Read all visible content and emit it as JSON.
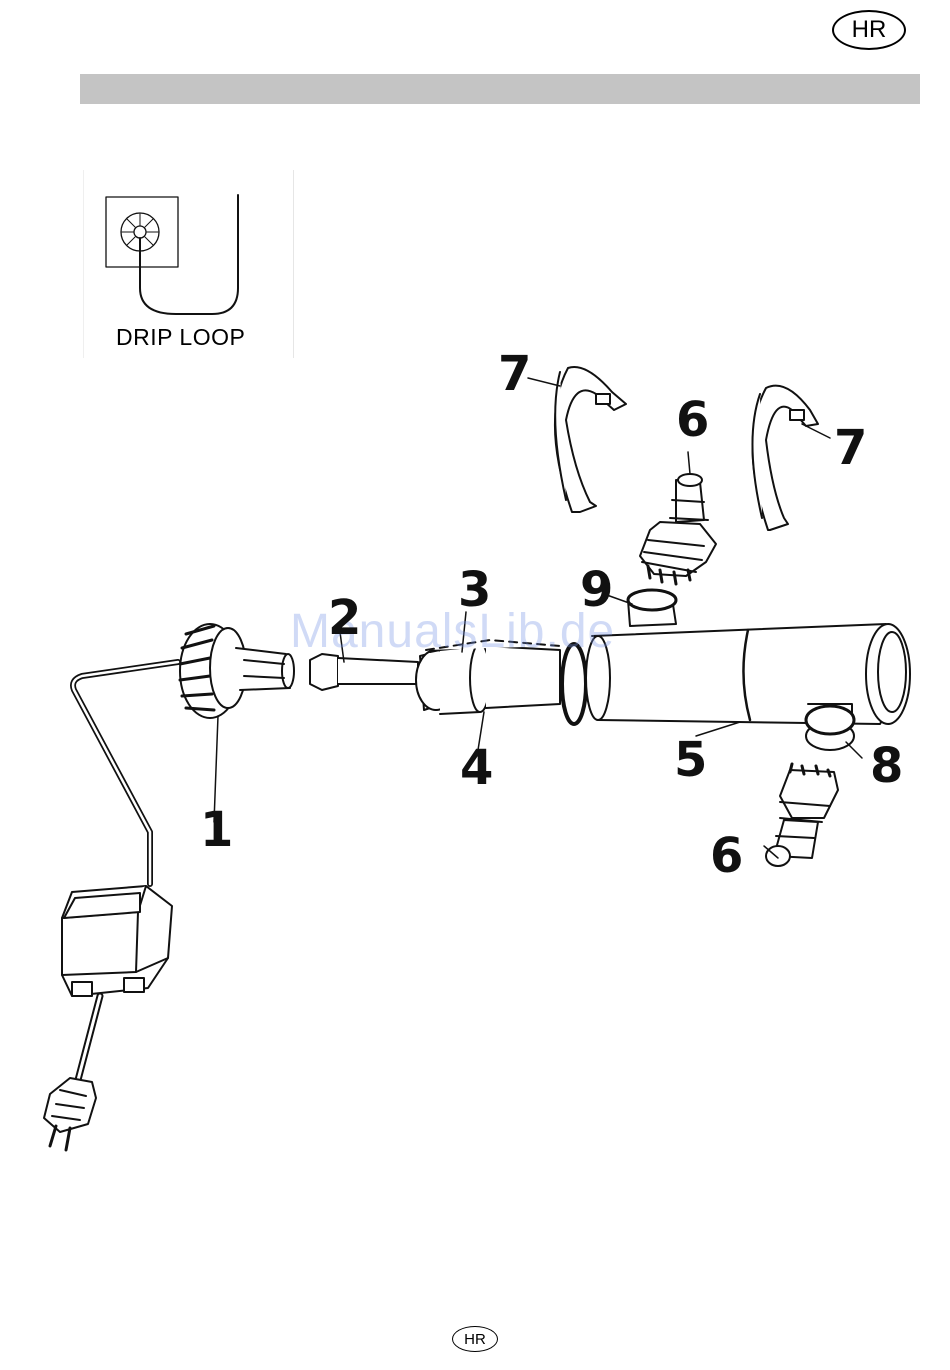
{
  "header": {
    "lang_code": "HR"
  },
  "drip_loop": {
    "label": "DRIP LOOP"
  },
  "callouts": {
    "c1": "1",
    "c2": "2",
    "c3": "3",
    "c4": "4",
    "c5": "5",
    "c6a": "6",
    "c6b": "6",
    "c7a": "7",
    "c7b": "7",
    "c8": "8",
    "c9": "9"
  },
  "watermark": {
    "text": "ManualsLib.de"
  },
  "footer": {
    "lang_code": "HR"
  }
}
